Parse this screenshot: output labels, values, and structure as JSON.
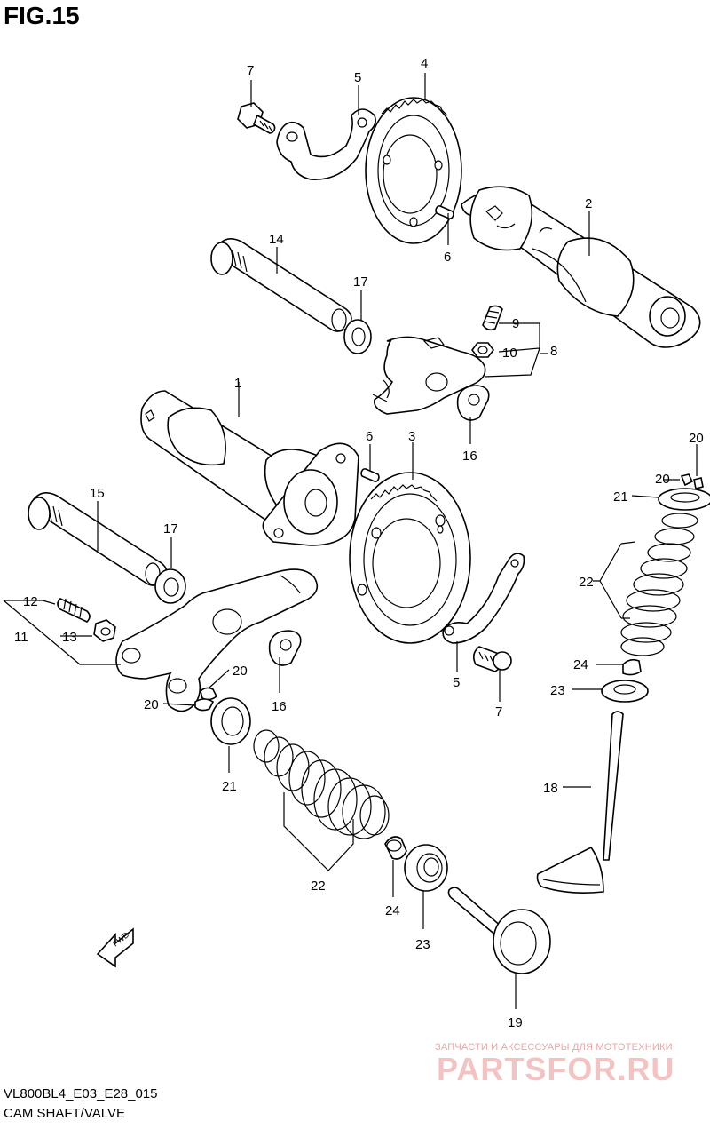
{
  "figure_title": "FIG.15",
  "model_code": "VL800BL4_E03_E28_015",
  "caption": "CAM SHAFT/VALVE",
  "fwd_label": "FWD",
  "watermark": {
    "tagline": "ЗАПЧАСТИ И АКСЕССУАРЫ ДЛЯ МОТОТЕХНИКИ",
    "brand": "PARTSFOR.RU"
  },
  "callouts": {
    "c1": "1",
    "c2": "2",
    "c3": "3",
    "c4": "4",
    "c5a": "5",
    "c5b": "5",
    "c6a": "6",
    "c6b": "6",
    "c7a": "7",
    "c7b": "7",
    "c8": "8",
    "c9": "9",
    "c10": "10",
    "c11": "11",
    "c12": "12",
    "c13": "13",
    "c14": "14",
    "c15": "15",
    "c16a": "16",
    "c16b": "16",
    "c17a": "17",
    "c17b": "17",
    "c18": "18",
    "c19": "19",
    "c20a": "20",
    "c20b": "20",
    "c20c": "20",
    "c20d": "20",
    "c21a": "21",
    "c21b": "21",
    "c22a": "22",
    "c22b": "22",
    "c23a": "23",
    "c23b": "23",
    "c24a": "24",
    "c24b": "24"
  }
}
